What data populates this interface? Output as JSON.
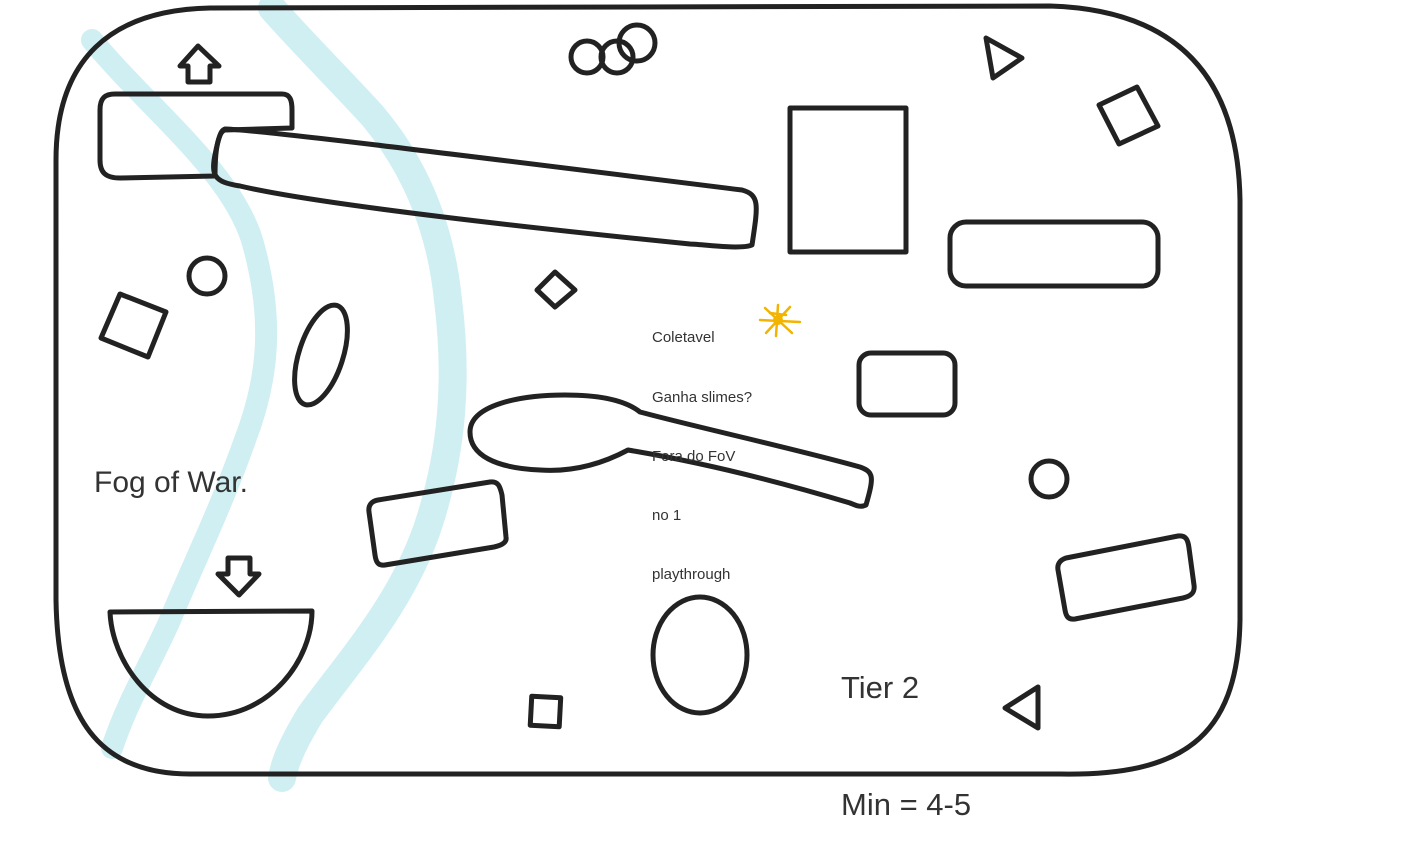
{
  "map": {
    "fog_label": "Fog of War.",
    "tier_line1": "Tier 2",
    "tier_line2": "Min = 4-5",
    "note_lines": [
      "Coletavel",
      "Ganha slimes?",
      "Fora do FoV",
      "no 1",
      "playthrough"
    ]
  },
  "colors": {
    "outline": "#222222",
    "river": "#cdeef2",
    "collectible": "#f2b400",
    "text": "#333333"
  },
  "icons": {
    "collectible": "star-burst-icon",
    "up_arrow": "arrow-up-icon",
    "down_arrow": "arrow-down-icon"
  }
}
